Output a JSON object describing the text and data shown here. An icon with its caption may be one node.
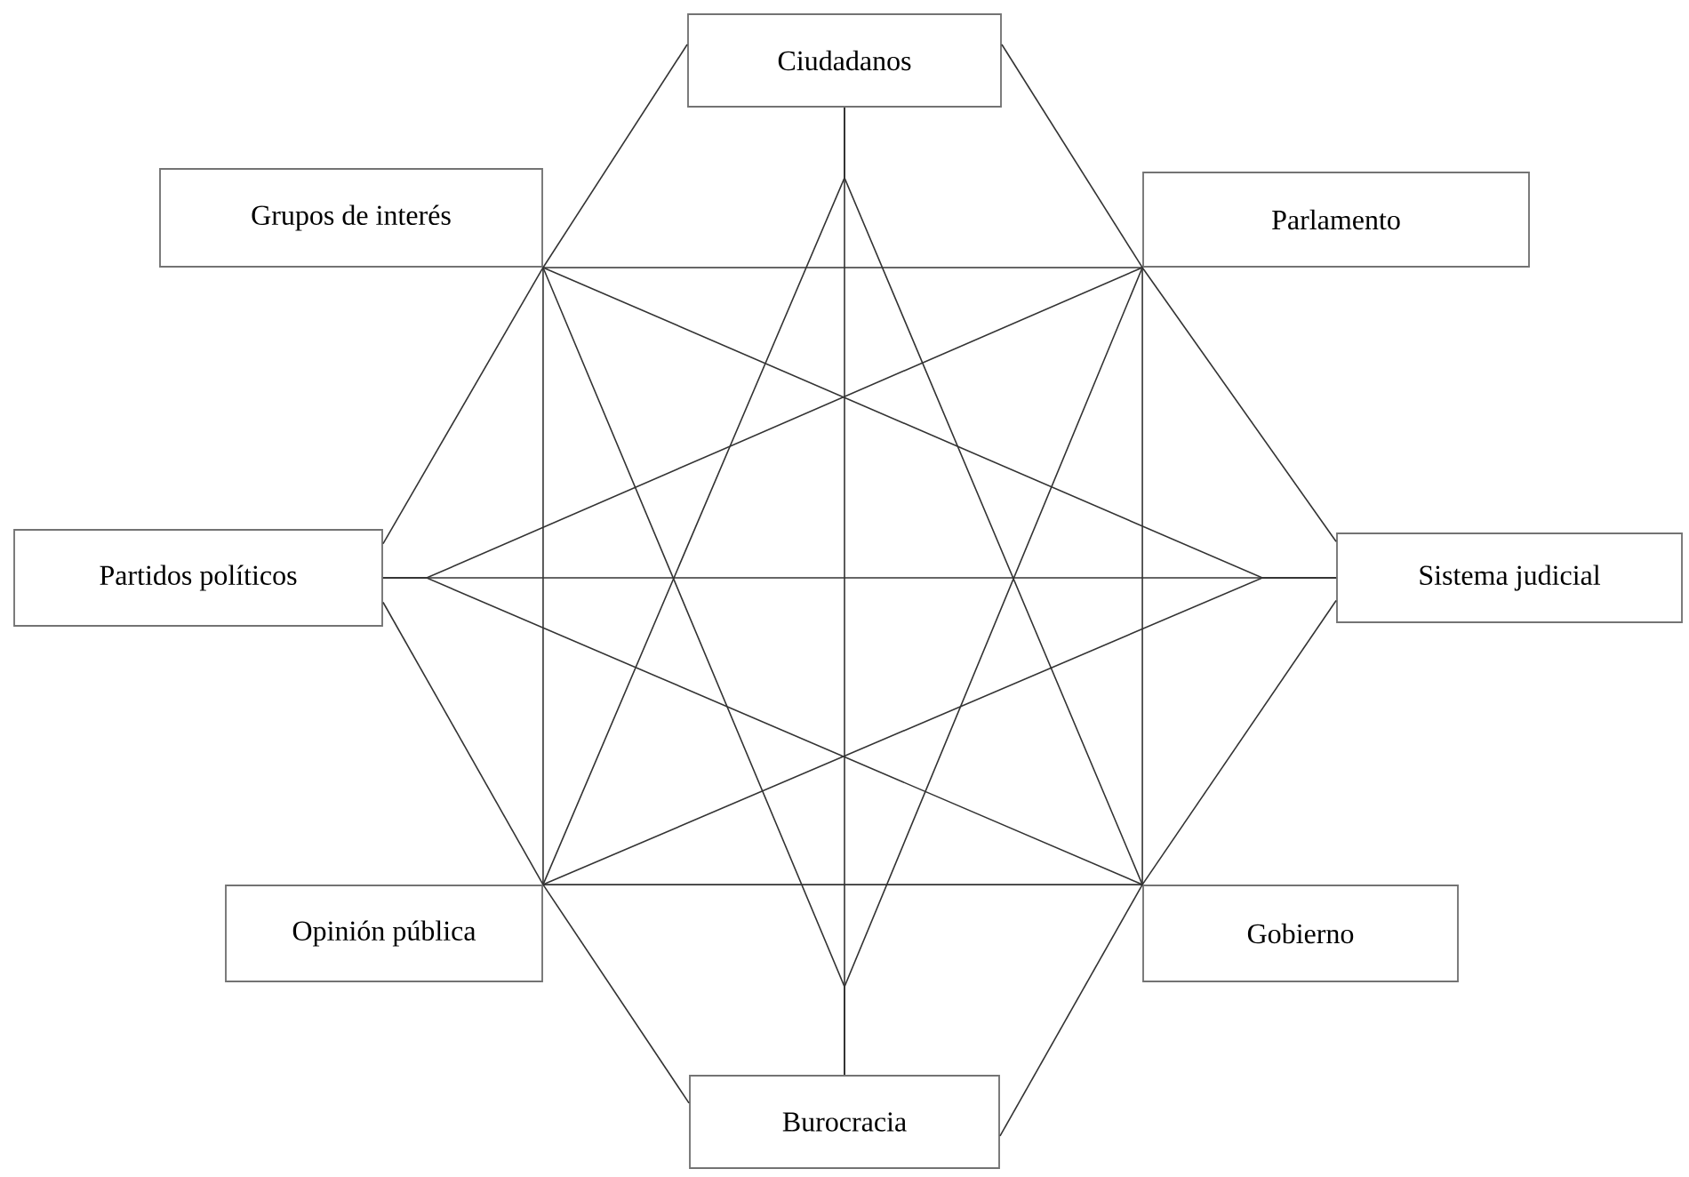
{
  "diagram": {
    "nodes": [
      {
        "text": [
          "Ciudadanos"
        ]
      },
      {
        "text": [
          "Grupos de interés"
        ]
      },
      {
        "text": [
          "Parlamento"
        ]
      },
      {
        "text": [
          "Partidos políticos"
        ]
      },
      {
        "text": [
          "Sistema judicial"
        ]
      },
      {
        "text": [
          "Opinión pública"
        ]
      },
      {
        "text": [
          "Gobierno"
        ]
      },
      {
        "text": [
          "Burocracia"
        ]
      }
    ],
    "edges": [
      {
        "from": 0,
        "to": 1,
        "arrow": "none"
      },
      {
        "from": 0,
        "to": 2,
        "arrow": "none"
      },
      {
        "from": 2,
        "to": 4,
        "arrow": "none"
      },
      {
        "from": 4,
        "to": 6,
        "arrow": "none"
      },
      {
        "from": 6,
        "to": 7,
        "arrow": "none"
      },
      {
        "from": 5,
        "to": 7,
        "arrow": "none"
      },
      {
        "from": 3,
        "to": 5,
        "arrow": "none"
      },
      {
        "from": 3,
        "to": 1,
        "arrow": "none"
      },
      {
        "from": 1,
        "to": 2,
        "arrow": "none"
      },
      {
        "from": 2,
        "to": 6,
        "arrow": "none"
      },
      {
        "from": 5,
        "to": 6,
        "arrow": "none"
      },
      {
        "from": 1,
        "to": 5,
        "arrow": "none"
      },
      {
        "from": 0,
        "to": 7,
        "arrow": "none"
      },
      {
        "from": 3,
        "to": 4,
        "arrow": "none"
      },
      {
        "from": 0,
        "to": 5,
        "arrow": "none"
      },
      {
        "from": 0,
        "to": 6,
        "arrow": "none"
      },
      {
        "from": 7,
        "to": 1,
        "arrow": "none"
      },
      {
        "from": 7,
        "to": 2,
        "arrow": "none"
      },
      {
        "from": 3,
        "to": 2,
        "arrow": "none"
      },
      {
        "from": 3,
        "to": 6,
        "arrow": "none"
      },
      {
        "from": 4,
        "to": 1,
        "arrow": "none"
      },
      {
        "from": 4,
        "to": 5,
        "arrow": "none"
      }
    ]
  }
}
